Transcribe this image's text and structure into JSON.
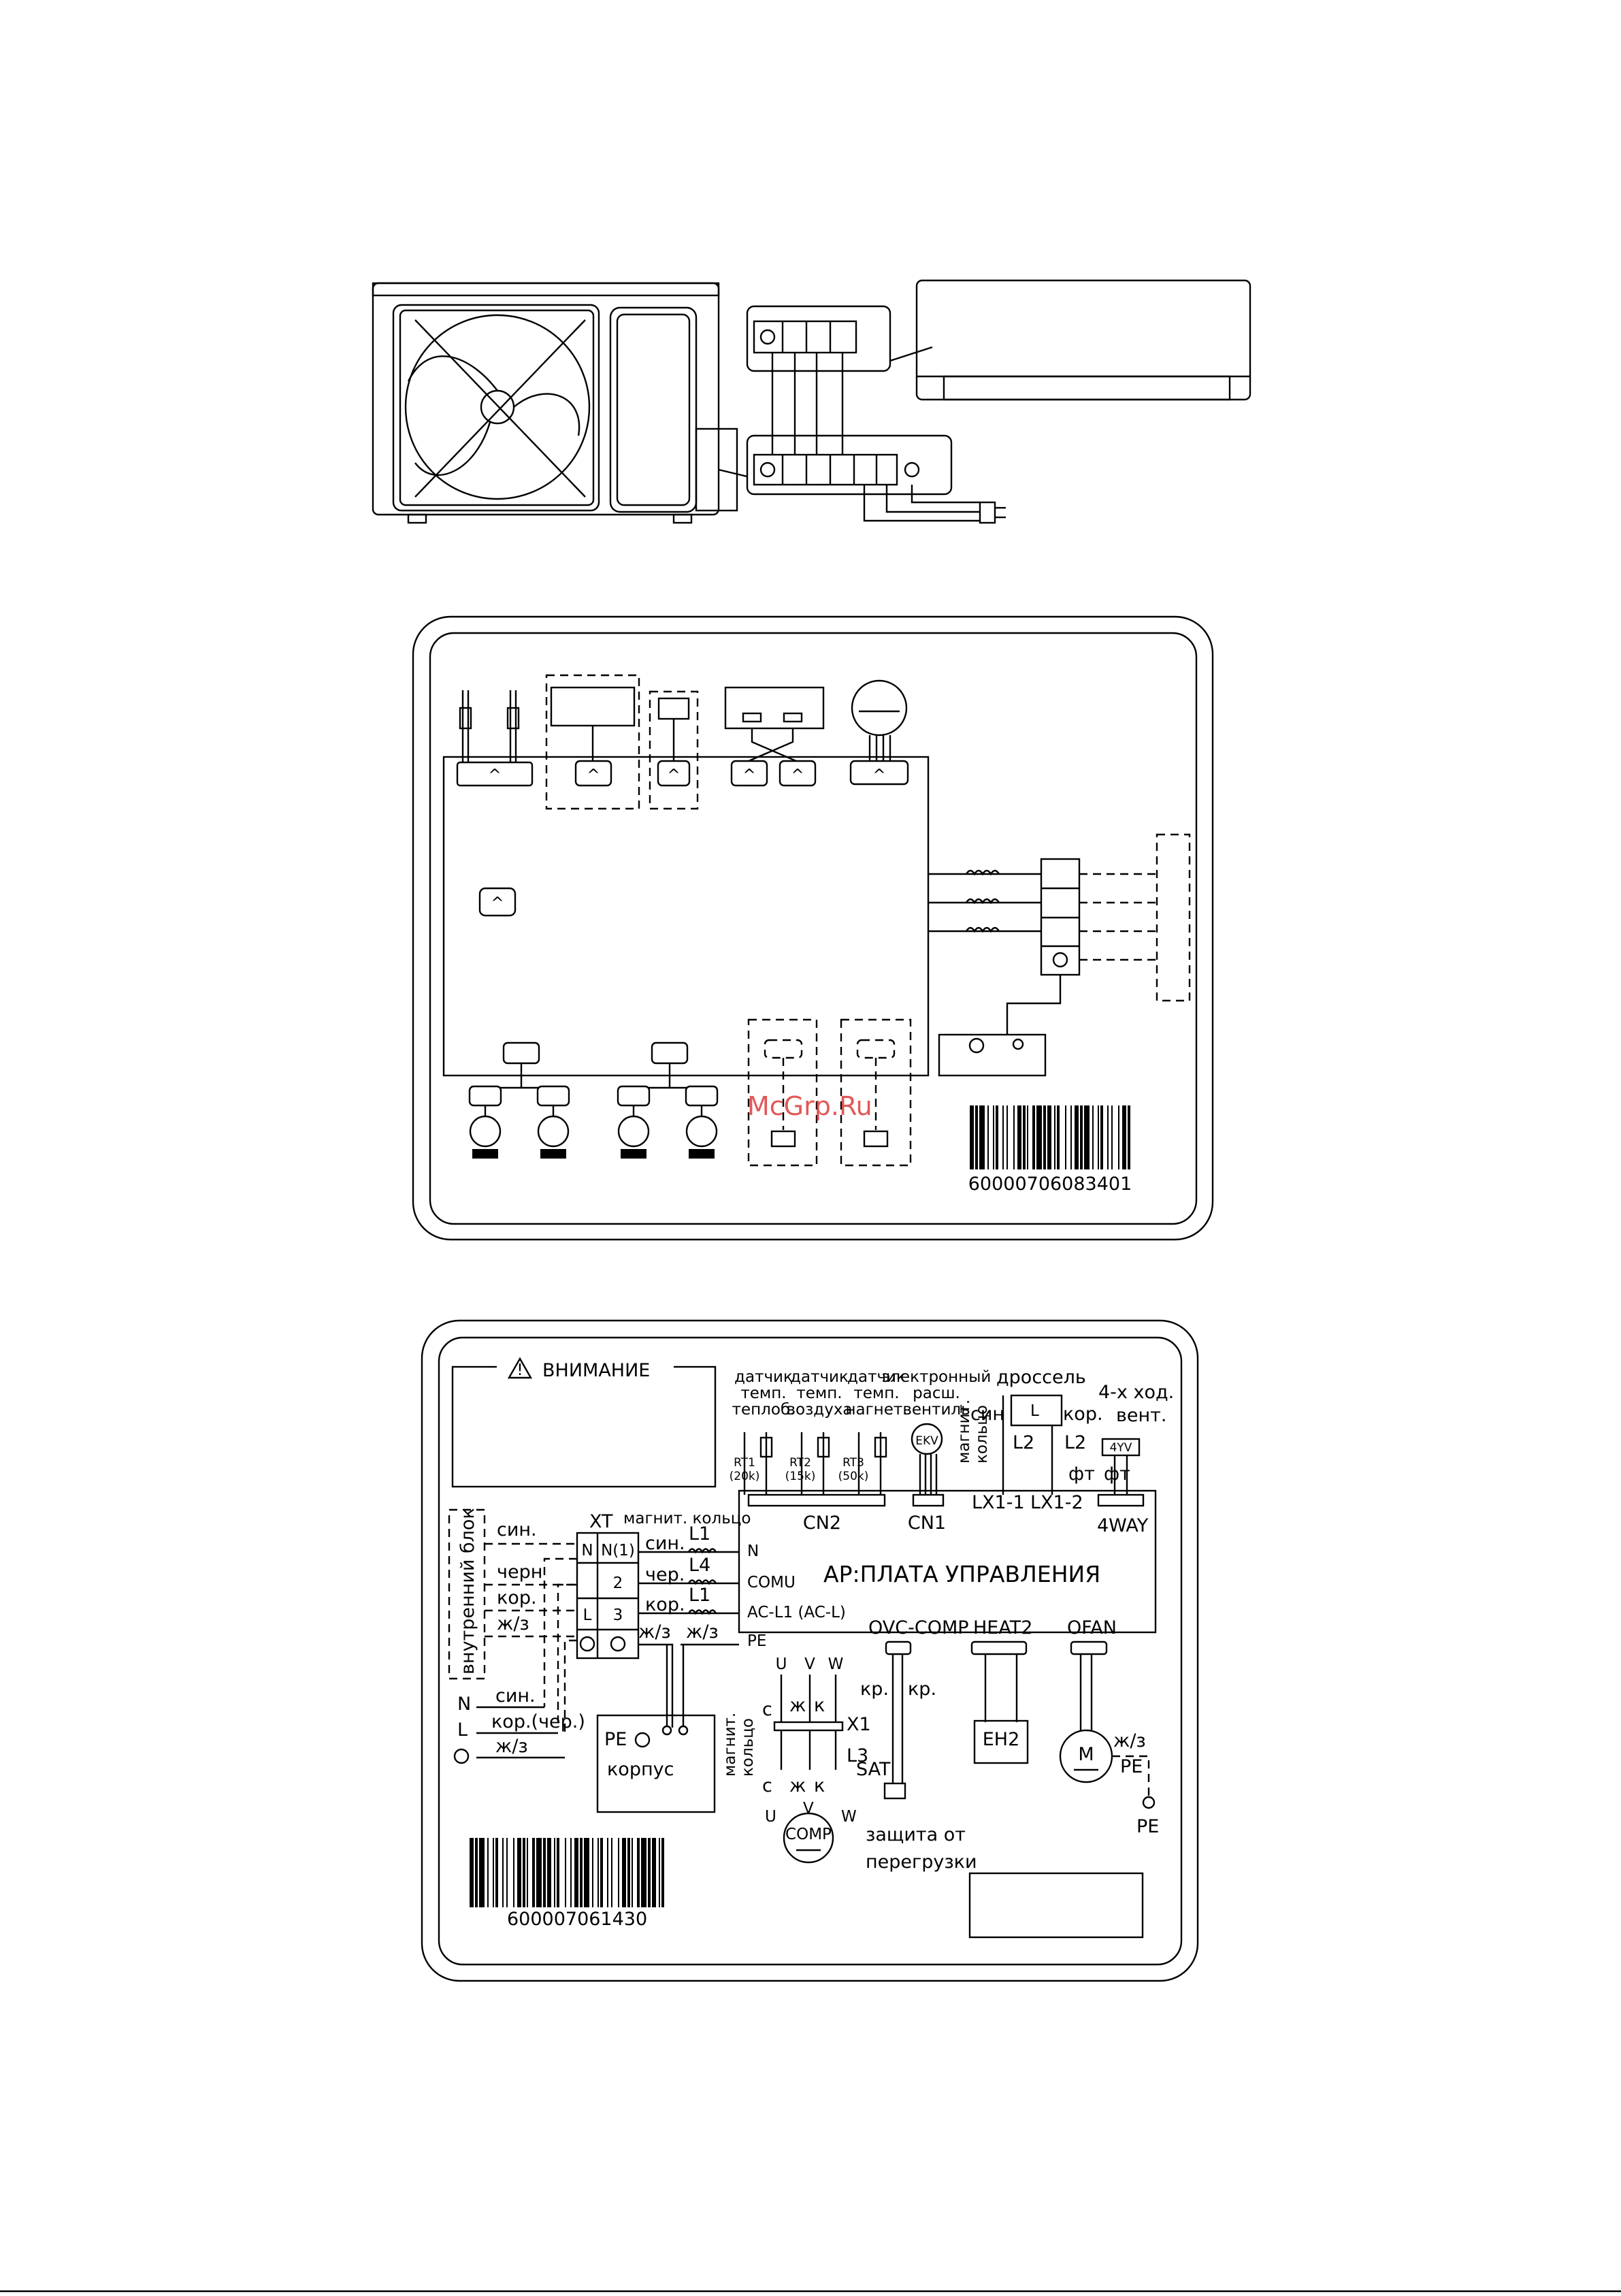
{
  "watermark": "McGrp.Ru",
  "wiring_schematic": {
    "barcode_number": "60000706083401"
  },
  "wiring_label": {
    "warning_title": "ВНИМАНИЕ",
    "indoor_unit_vertical": "внутренний блок",
    "xt_label": "XT",
    "magnet_ring_label": "магнит. кольцо",
    "board_title": "AP:ПЛАТА УПРАВЛЕНИЯ",
    "terminal_rows": [
      {
        "wire": "син.",
        "left": "N",
        "right": "N(1)",
        "wire2": "син.",
        "choke": "L1",
        "pin": "N"
      },
      {
        "wire": "черн",
        "left": "",
        "right": "2",
        "wire2": "чер.",
        "choke": "L4",
        "pin": "COMU"
      },
      {
        "wire": "кор.",
        "left": "L",
        "right": "3",
        "wire2": "кор.",
        "choke": "L1",
        "pin": "AC-L1 (AC-L)"
      },
      {
        "wire": "ж/з",
        "left": "",
        "right": "",
        "wire2": "ж/з",
        "choke": "",
        "pin": "PE"
      }
    ],
    "wire_yg_inline": "ж/з",
    "power": {
      "n": "N",
      "l": "L",
      "n_wire": "син.",
      "l_wire": "кор.(чер.)",
      "pe_wire": "ж/з"
    },
    "chassis_pe": "PE",
    "chassis_label": "корпус",
    "sensors": [
      {
        "title1": "датчик",
        "title2": "темп.",
        "title3": "теплоб.",
        "name": "RT1",
        "value": "(20k)"
      },
      {
        "title1": "датчик",
        "title2": "темп.",
        "title3": "воздуха",
        "name": "RT2",
        "value": "(15k)"
      },
      {
        "title1": "датчик",
        "title2": "темп.",
        "title3": "нагнет.",
        "name": "RT3",
        "value": "(50k)"
      }
    ],
    "ekv": {
      "title1": "электронный",
      "title2": "расш.",
      "title3": "вентиль",
      "symbol": "EKV"
    },
    "throttle_label": "дроссель",
    "valve_label1": "4-х ход.",
    "valve_label2": "вент.",
    "valve_symbol": "4YV",
    "magnet_vertical1": "магнит.",
    "magnet_vertical2": "кольцо",
    "wire_blue": "син",
    "wire_brown": "кор.",
    "choke_L": "L",
    "choke_L2a": "L2",
    "choke_L2b": "L2",
    "phase_a": "фт",
    "phase_b": "фт",
    "connectors": {
      "cn2": "CN2",
      "cn1": "CN1",
      "lx1": "LX1-1",
      "lx2": "LX1-2",
      "way": "4WAY"
    },
    "outputs": {
      "uvw_u": "U",
      "uvw_v": "V",
      "uvw_w": "W",
      "ovc": "OVC-COMP",
      "heat": "HEAT2",
      "ofan": "OFAN"
    },
    "comp": {
      "c_top": "с",
      "zh_top": "ж",
      "k_top": "к",
      "x1": "X1",
      "l3": "L3",
      "c_bot": "с",
      "zh_bot": "ж",
      "k_bot": "к",
      "u": "U",
      "v": "V",
      "w": "W",
      "symbol": "COMP",
      "magnet1": "магнит.",
      "magnet2": "кольцо"
    },
    "ovc_wire_a": "кр.",
    "ovc_wire_b": "кр.",
    "sat": "SAT",
    "overload1": "защита от",
    "overload2": "перегрузки",
    "eh2": "EH2",
    "fan": {
      "symbol": "M",
      "yg": "ж/з",
      "pe": "PE",
      "pe_ground": "PE"
    },
    "barcode_number": "600007061430"
  }
}
